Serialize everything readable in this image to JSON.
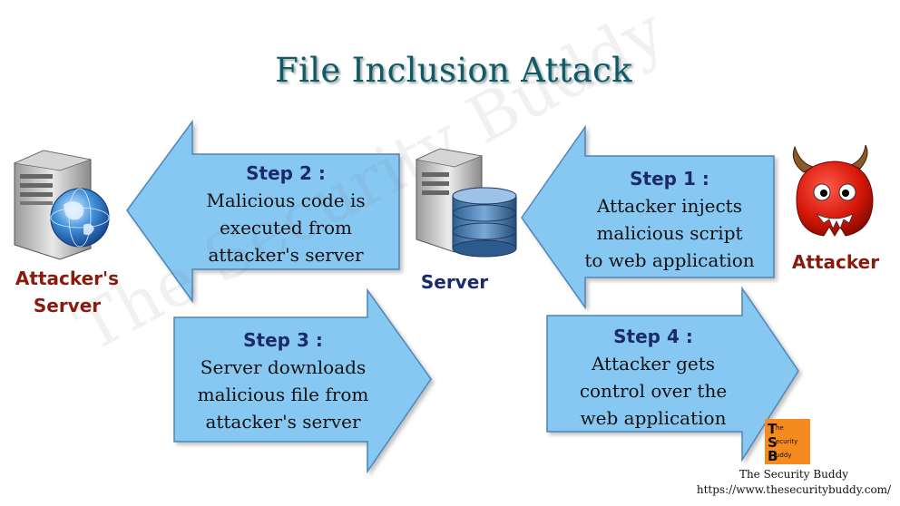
{
  "title": "File Inclusion Attack",
  "watermark": "The Security Buddy",
  "nodes": {
    "attackers_server": [
      "Attacker's",
      "Server"
    ],
    "server": "Server",
    "attacker": "Attacker"
  },
  "steps": [
    {
      "heading": "Step 1 :",
      "lines": [
        "Attacker injects",
        "malicious script",
        "to web application"
      ]
    },
    {
      "heading": "Step 2 :",
      "lines": [
        "Malicious code is",
        "executed from",
        "attacker's server"
      ]
    },
    {
      "heading": "Step 3 :",
      "lines": [
        "Server downloads",
        "malicious file from",
        "attacker's server"
      ]
    },
    {
      "heading": "Step 4 :",
      "lines": [
        "Attacker gets",
        "control over the",
        "web application"
      ]
    }
  ],
  "brand": {
    "logo_letters": [
      "T",
      "S",
      "B"
    ],
    "logo_words": [
      "he",
      "ecurity",
      "uddy"
    ],
    "name": "The Security Buddy",
    "url": "https://www.thesecuritybuddy.com/"
  },
  "colors": {
    "arrow_fill": "#87c8f3",
    "arrow_stroke": "#4d86b8",
    "title": "#0f5a64",
    "label_red": "#8b1a0e",
    "label_navy": "#1a2a6c"
  }
}
